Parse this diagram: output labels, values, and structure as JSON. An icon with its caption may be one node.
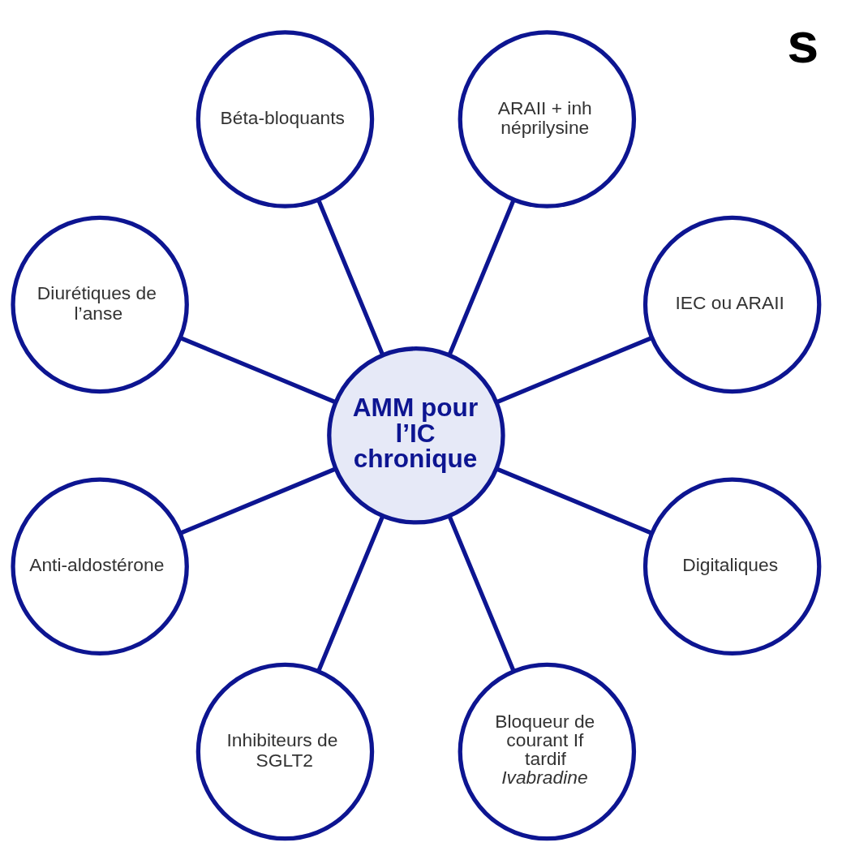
{
  "diagram": {
    "nodes": [
      {
        "text": [
          "AMM pour l’IC chronique"
        ]
      },
      {
        "text": [
          "IEC ou ARAII"
        ]
      },
      {
        "text": [
          "ARAII + inh néprilysine"
        ]
      },
      {
        "text": [
          "Béta-bloquants"
        ]
      },
      {
        "text": [
          "Diurétiques de l’anse"
        ]
      },
      {
        "text": [
          "Anti-aldostérone"
        ]
      },
      {
        "text": [
          "Inhibiteurs de SGLT2"
        ]
      },
      {
        "text": [
          "Bloqueur de courant If tardif",
          "Ivabradine"
        ]
      },
      {
        "text": [
          "Digitaliques"
        ]
      }
    ],
    "edges": [
      {
        "from": 0,
        "to": 1,
        "arrow": "none"
      },
      {
        "from": 0,
        "to": 2,
        "arrow": "none"
      },
      {
        "from": 0,
        "to": 3,
        "arrow": "none"
      },
      {
        "from": 0,
        "to": 4,
        "arrow": "none"
      },
      {
        "from": 0,
        "to": 5,
        "arrow": "none"
      },
      {
        "from": 0,
        "to": 6,
        "arrow": "none"
      },
      {
        "from": 0,
        "to": 7,
        "arrow": "none"
      },
      {
        "from": 0,
        "to": 8,
        "arrow": "none"
      }
    ],
    "labels": [
      "s"
    ]
  }
}
